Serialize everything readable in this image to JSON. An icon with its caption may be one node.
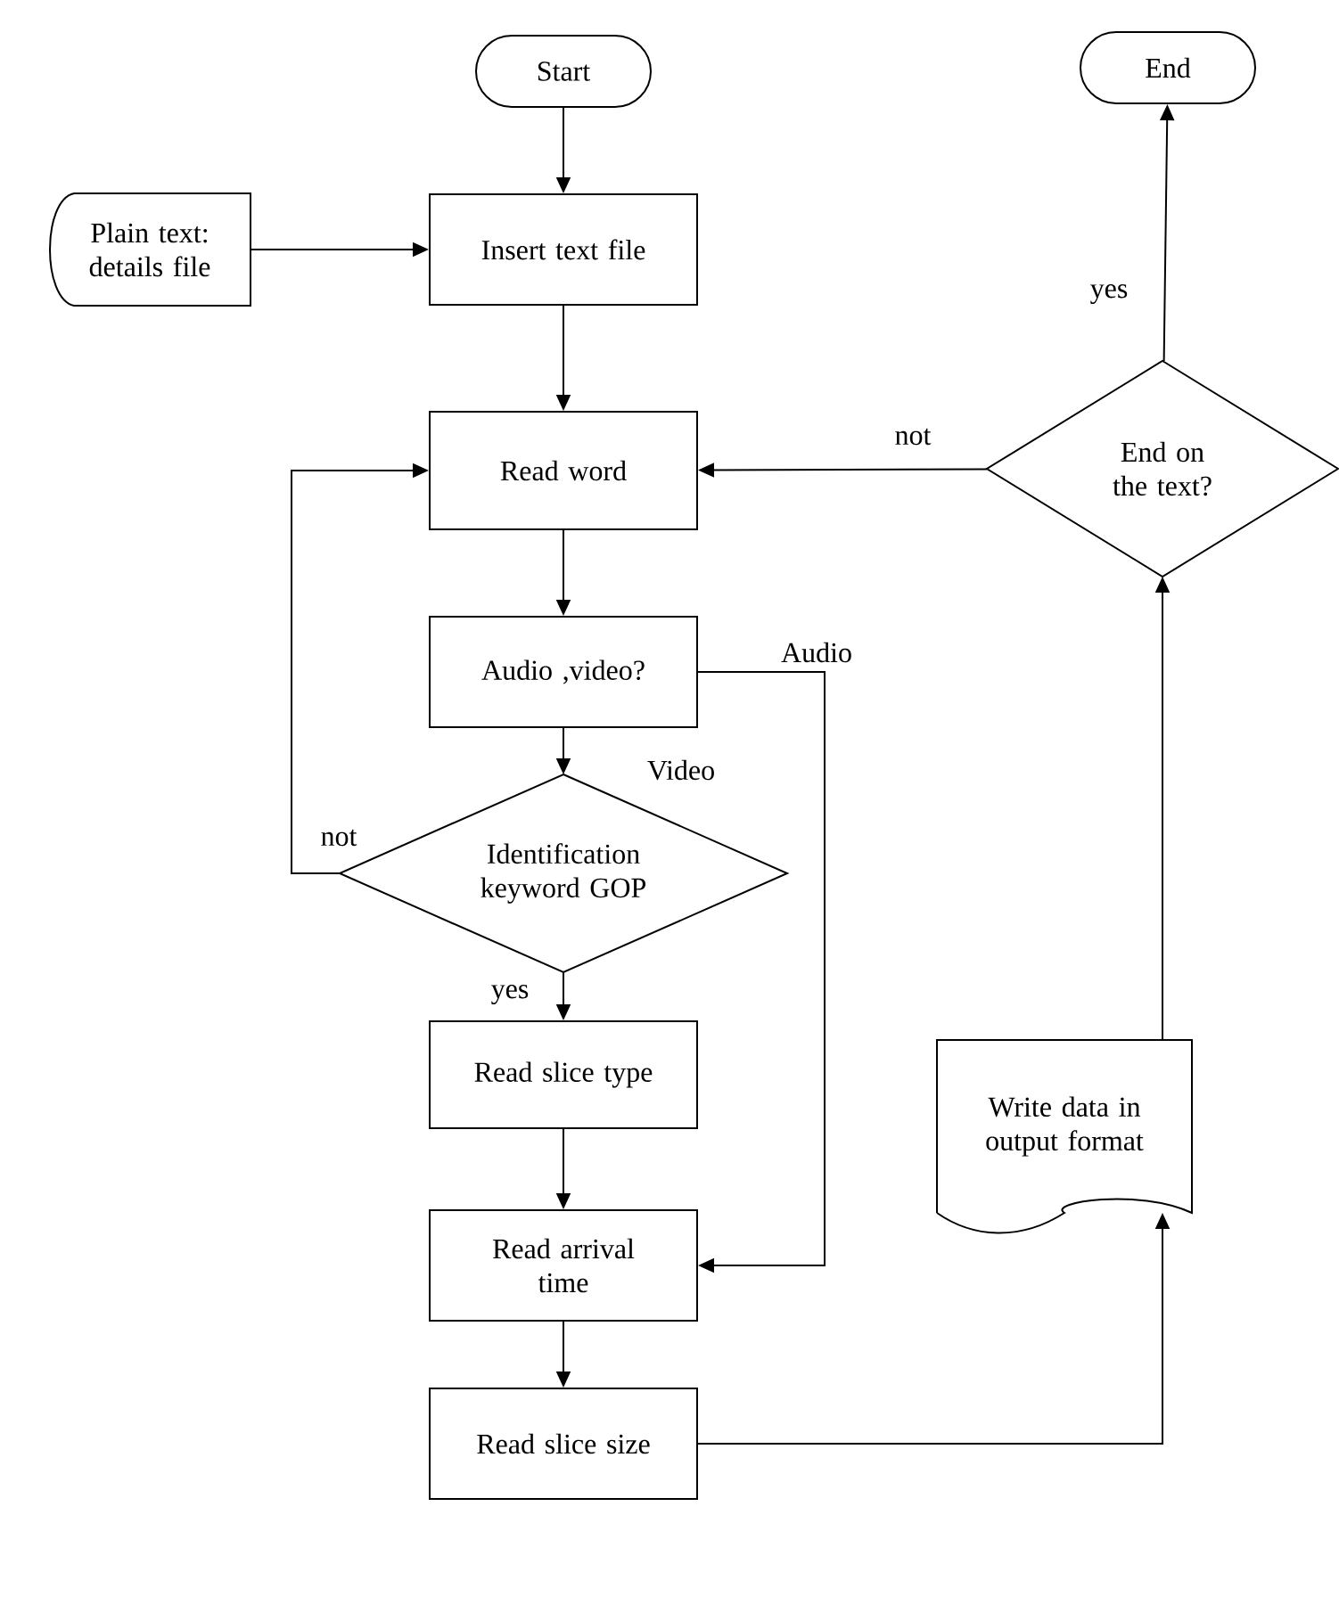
{
  "diagram": {
    "nodes": [
      {
        "text": [
          "Start"
        ]
      },
      {
        "text": [
          "Plain text: details file"
        ]
      },
      {
        "text": [
          "Insert text file"
        ]
      },
      {
        "text": [
          "Read word"
        ]
      },
      {
        "text": [
          "Audio ,video?"
        ]
      },
      {
        "text": [
          "Identification keyword GOP"
        ]
      },
      {
        "text": [
          "Read slice type"
        ]
      },
      {
        "text": [
          "Read arrival time"
        ]
      },
      {
        "text": [
          "Read slice size"
        ]
      },
      {
        "text": [
          "Write data in output format"
        ]
      },
      {
        "text": [
          "End on the text?"
        ]
      },
      {
        "text": [
          "End"
        ]
      }
    ],
    "edges": [
      {
        "from": 0,
        "to": 2,
        "arrow": "to"
      },
      {
        "from": 1,
        "to": 2,
        "arrow": "to"
      },
      {
        "from": 2,
        "to": 3,
        "arrow": "to"
      },
      {
        "from": 3,
        "to": 4,
        "arrow": "to"
      },
      {
        "from": 4,
        "to": 5,
        "arrow": "to",
        "label": "Video"
      },
      {
        "from": 5,
        "to": 6,
        "arrow": "to",
        "label": "yes"
      },
      {
        "from": 5,
        "to": 3,
        "arrow": "to",
        "label": "not"
      },
      {
        "from": 4,
        "to": 7,
        "arrow": "to",
        "label": "Audio"
      },
      {
        "from": 6,
        "to": 7,
        "arrow": "to"
      },
      {
        "from": 7,
        "to": 8,
        "arrow": "to"
      },
      {
        "from": 8,
        "to": 9,
        "arrow": "to"
      },
      {
        "from": 9,
        "to": 10,
        "arrow": "to"
      },
      {
        "from": 10,
        "to": 3,
        "arrow": "to",
        "label": "not"
      },
      {
        "from": 10,
        "to": 11,
        "arrow": "to",
        "label": "yes"
      }
    ]
  }
}
